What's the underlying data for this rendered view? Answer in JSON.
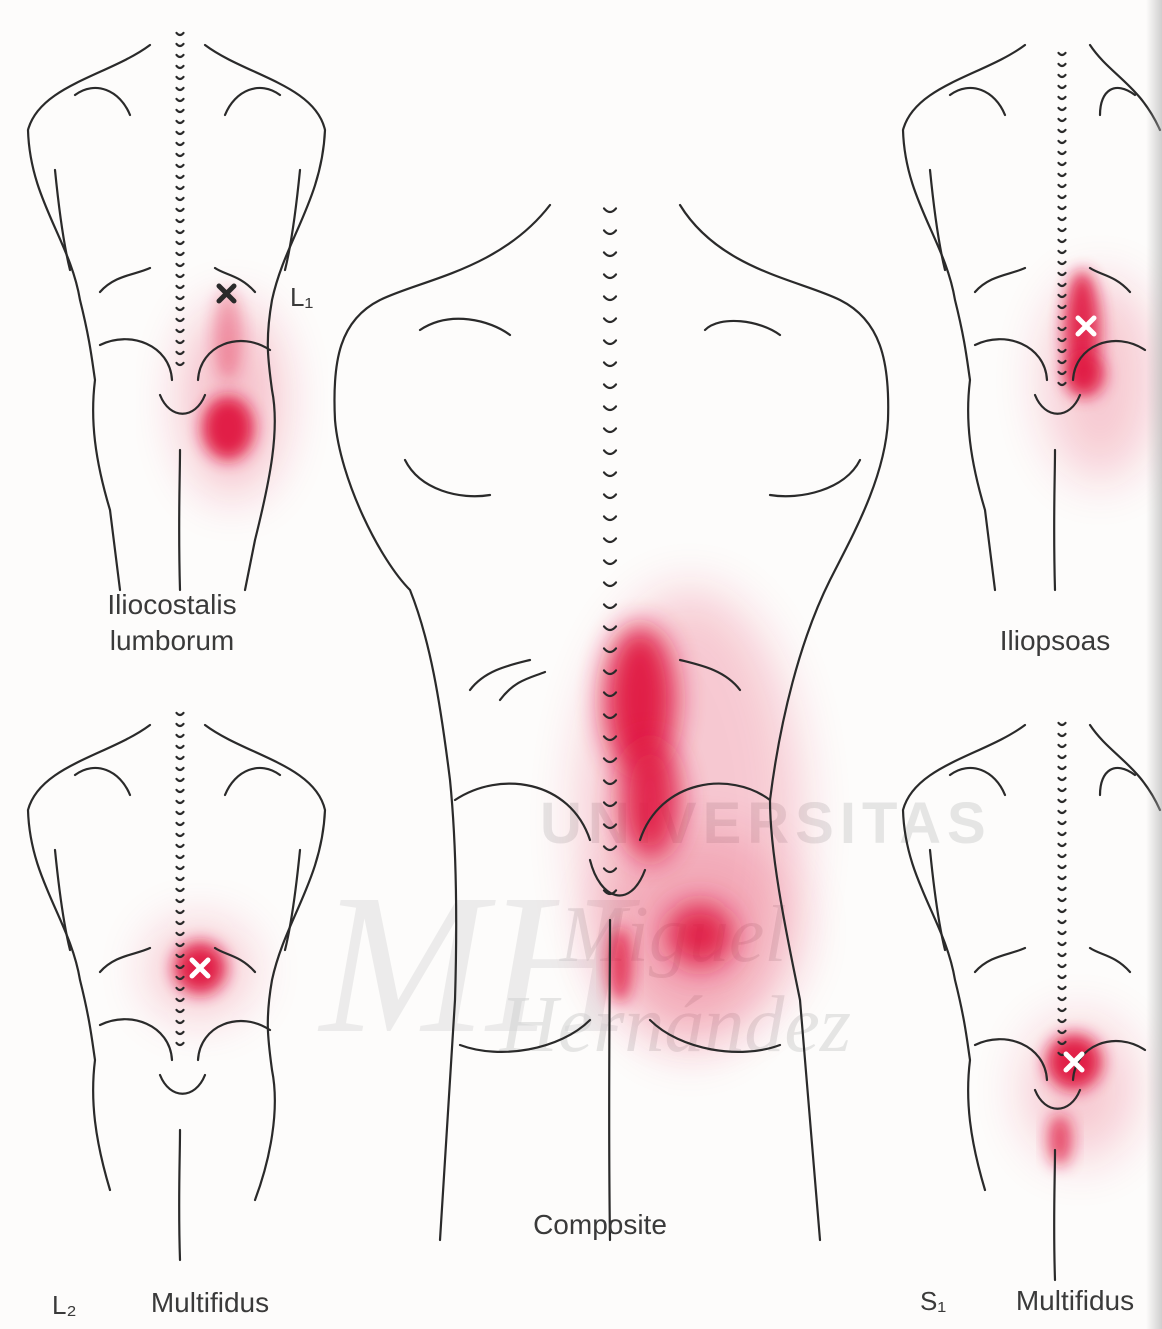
{
  "panels": {
    "top_left": {
      "name_line1": "Iliocostalis",
      "name_line2": "lumborum",
      "level": "L₁",
      "marker": "black-x"
    },
    "top_right": {
      "name": "Iliopsoas",
      "marker": "white-x"
    },
    "bottom_left": {
      "name": "Multifidus",
      "level": "L₂",
      "marker": "white-x"
    },
    "bottom_right": {
      "name": "Multifidus",
      "level": "S₁",
      "marker": "white-x"
    },
    "center": {
      "name": "Composite"
    }
  },
  "watermark": {
    "line1": "UNIVERSITAS",
    "line2": "Miguel",
    "line3": "Hernández",
    "logo": "MH"
  },
  "colors": {
    "pain": "#e0123f",
    "line": "#2a2a2a",
    "background": "#fdfcfb"
  }
}
